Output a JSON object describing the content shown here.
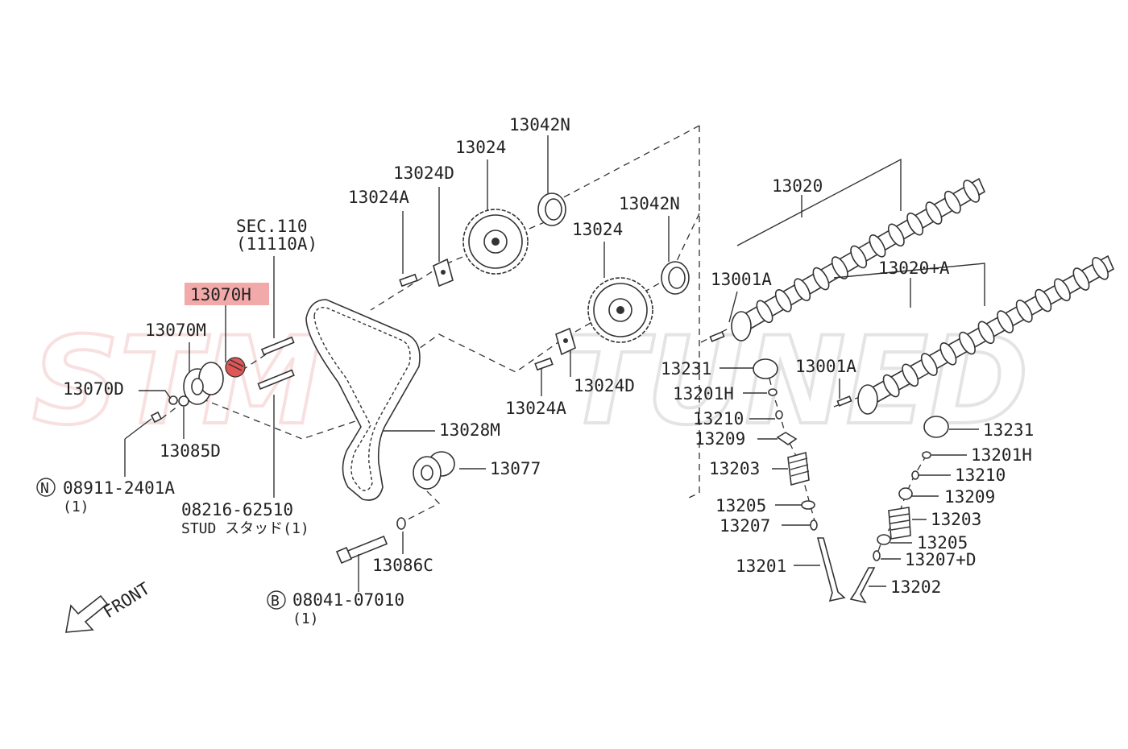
{
  "watermark": {
    "left": "STM",
    "right": "TUNED"
  },
  "labels": {
    "p13042N_a": "13042N",
    "p13024_a": "13024",
    "p13024D_a": "13024D",
    "p13024A_a": "13024A",
    "sec110": "SEC.110",
    "sec110_sub": "(11110A)",
    "p13070H": "13070H",
    "p13070M": "13070M",
    "p13070D": "13070D",
    "p13085D": "13085D",
    "p08911": "08911-2401A",
    "p08911_qty": "(1)",
    "p08216": "08216-62510",
    "p08216_sub": "STUD スタッド(1)",
    "p13028M": "13028M",
    "p13077": "13077",
    "p13086C": "13086C",
    "p08041": "08041-07010",
    "p08041_qty": "(1)",
    "front": "FRONT",
    "p13042N_b": "13042N",
    "p13024_b": "13024",
    "p13024D_b": "13024D",
    "p13024A_b": "13024A",
    "p13020": "13020",
    "p13001A_a": "13001A",
    "p13020A": "13020+A",
    "p13001A_b": "13001A",
    "p13231_a": "13231",
    "p13201H_a": "13201H",
    "p13210_a": "13210",
    "p13209_a": "13209",
    "p13203_a": "13203",
    "p13205_a": "13205",
    "p13207_a": "13207",
    "p13201": "13201",
    "p13231_b": "13231",
    "p13201H_b": "13201H",
    "p13210_b": "13210",
    "p13209_b": "13209",
    "p13203_b": "13203",
    "p13205_b": "13205",
    "p13207D": "13207+D",
    "p13202": "13202",
    "marker_N": "N",
    "marker_B": "B"
  },
  "colors": {
    "highlight": "#f2a9a9",
    "highlight_part": "#e05555"
  },
  "highlighted_part": "13070H"
}
